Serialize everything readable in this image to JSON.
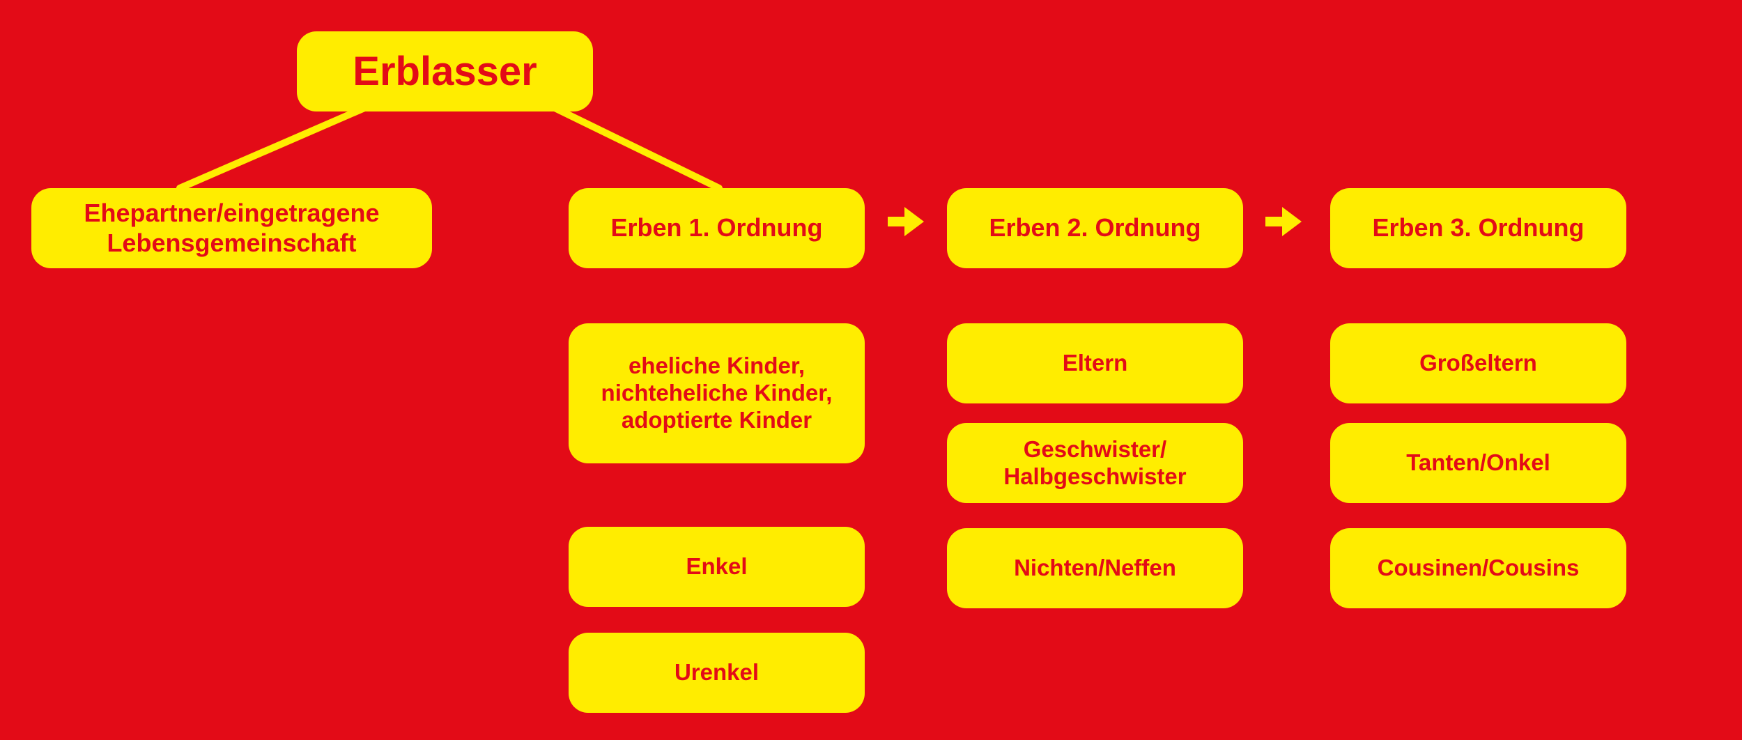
{
  "diagram": {
    "root": {
      "label": "Erblasser"
    },
    "spouse": {
      "label": "Ehepartner/eingetragene\nLebensgemeinschaft"
    },
    "orders": [
      {
        "label": "Erben 1. Ordnung",
        "members": [
          "eheliche Kinder,\nnichteheliche Kinder,\nadoptierte Kinder",
          "Enkel",
          "Urenkel"
        ]
      },
      {
        "label": "Erben 2. Ordnung",
        "members": [
          "Eltern",
          "Geschwister/\nHalbgeschwister",
          "Nichten/Neffen"
        ]
      },
      {
        "label": "Erben 3. Ordnung",
        "members": [
          "Großeltern",
          "Tanten/Onkel",
          "Cousinen/Cousins"
        ]
      }
    ],
    "colors": {
      "background": "#e30b17",
      "box": "#ffed00",
      "text": "#e30b17",
      "connector": "#ffed00"
    }
  }
}
